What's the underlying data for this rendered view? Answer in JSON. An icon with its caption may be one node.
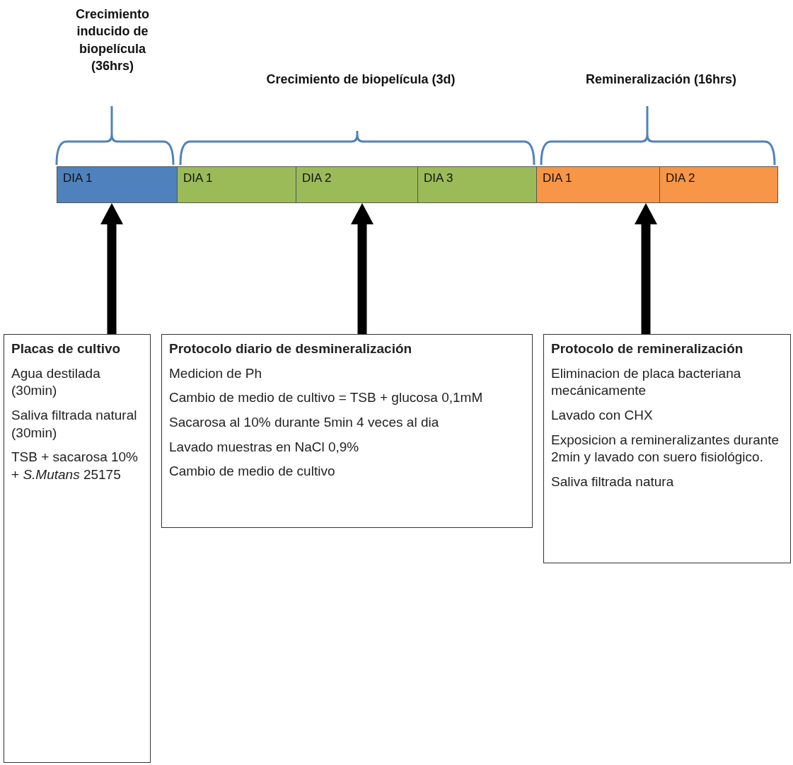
{
  "diagram": {
    "nodes": [
      {
        "text": [
          "DIA 1"
        ]
      },
      {
        "text": [
          "DIA 1"
        ]
      },
      {
        "text": [
          "DIA 2"
        ]
      },
      {
        "text": [
          "DIA 3"
        ]
      },
      {
        "text": [
          "DIA 1"
        ]
      },
      {
        "text": [
          "DIA 2"
        ]
      },
      {
        "text": [
          "Placas de cultivo",
          "Agua destilada (30min)",
          "Saliva filtrada natural (30min)",
          "TSB + sacarosa 10% + *S.Mutans* 25175"
        ]
      },
      {
        "text": [
          "Protocolo diario de desmineralización",
          "Medicion de Ph",
          "Cambio de medio de cultivo = TSB + glucosa 0,1mM",
          "Sacarosa al 10% durante 5min 4 veces al dia",
          "Lavado muestras en NaCl 0,9%",
          "Cambio de medio de cultivo"
        ]
      },
      {
        "text": [
          "Protocolo de remineralización",
          "Eliminacion de placa bacteriana mecánicamente",
          "Lavado con CHX",
          "Exposicion a remineralizantes durante 2min y lavado con suero fisiológico.",
          "Saliva filtrada natura"
        ]
      }
    ],
    "edges": [
      {
        "from": 6,
        "to": 0,
        "arrow": "to"
      },
      {
        "from": 7,
        "to": 2,
        "arrow": "to"
      },
      {
        "from": 8,
        "to": 4,
        "arrow": "to"
      }
    ],
    "labels": [
      "Crecimiento inducido de biopelícula (36hrs)",
      "Crecimiento de biopelícula (3d)",
      "Remineralización (16hrs)"
    ]
  }
}
